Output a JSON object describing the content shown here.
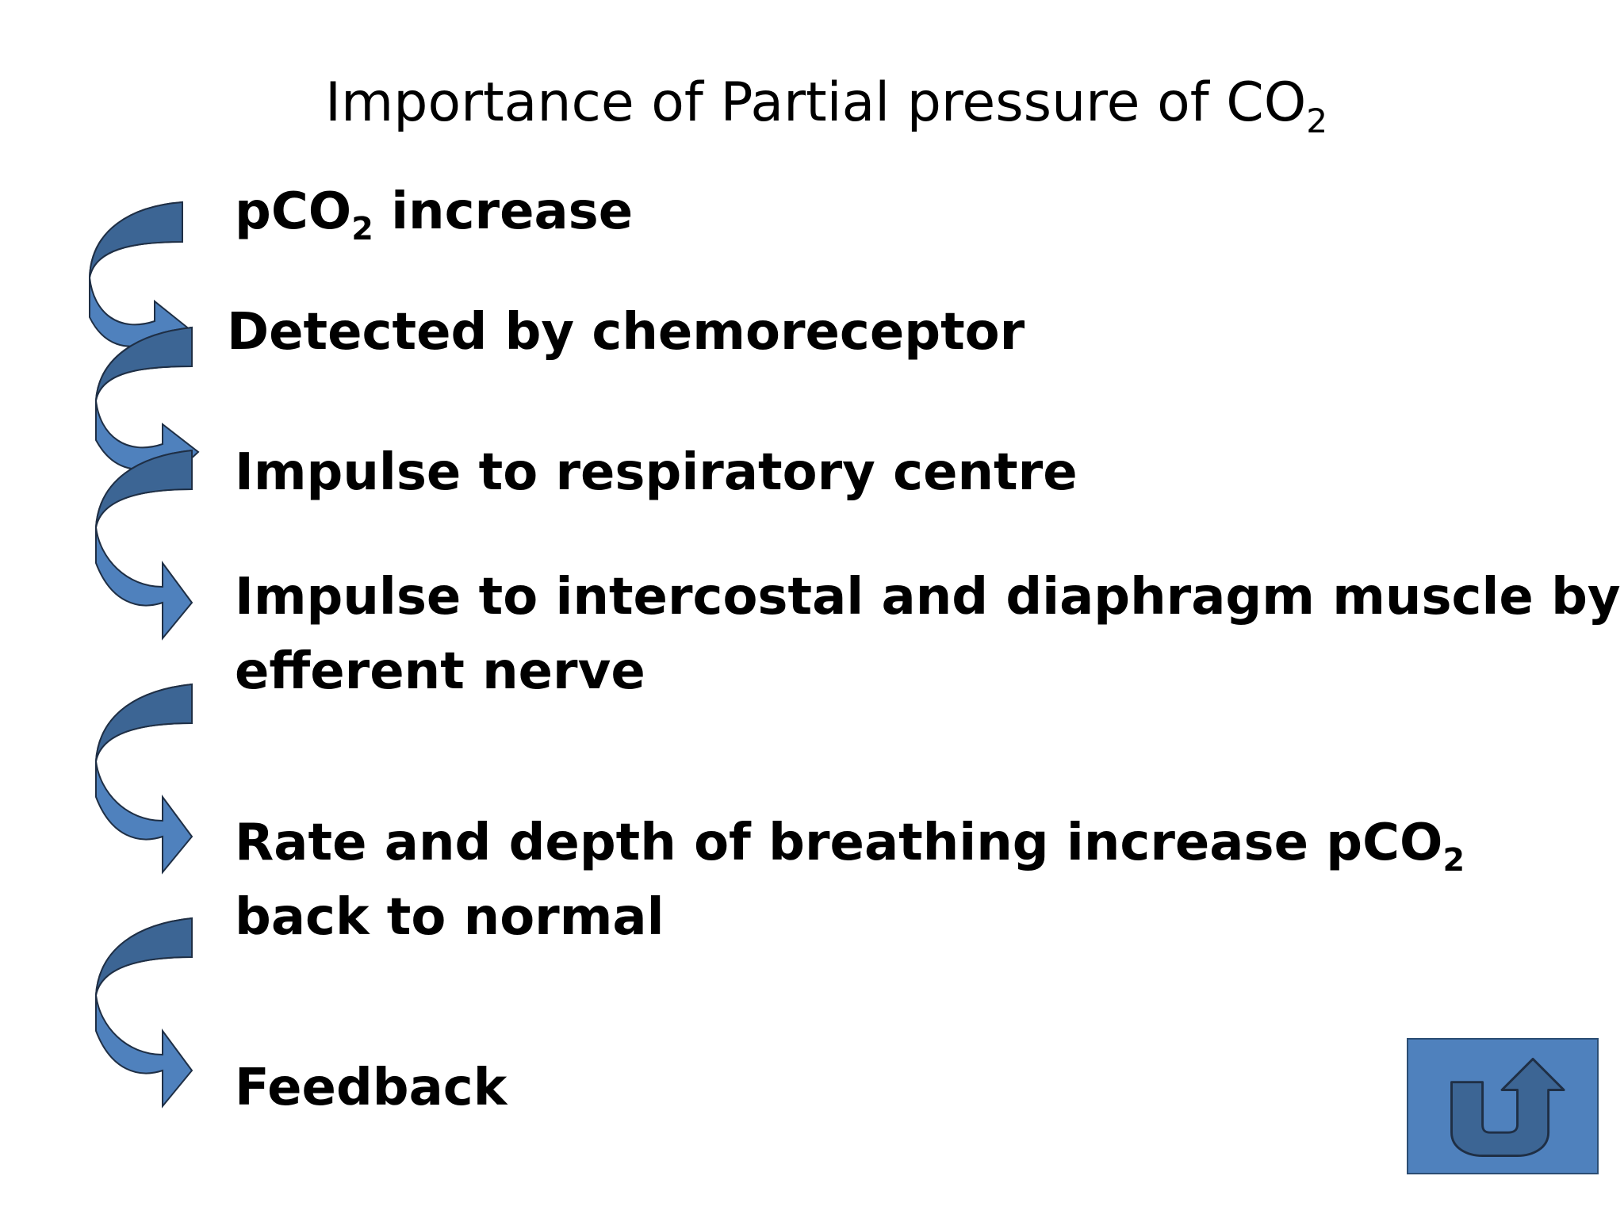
{
  "title": {
    "main": "Importance of Partial pressure of CO",
    "sub": "2"
  },
  "steps": [
    {
      "pre": "pCO",
      "sub": "2",
      "post": " increase"
    },
    {
      "text": "Detected by chemoreceptor"
    },
    {
      "text": "Impulse to respiratory centre"
    },
    {
      "line1": "Impulse to intercostal and diaphragm muscle by",
      "line2": "efferent nerve"
    },
    {
      "line1": "Rate and depth  of breathing increase pCO",
      "sub": "2",
      "line2": "back to normal"
    },
    {
      "text": "Feedback"
    }
  ],
  "colors": {
    "arrow_fill": "#4f81bd",
    "arrow_dark": "#3c6594",
    "arrow_stroke": "#1f2f45",
    "button_fill": "#4f81bd",
    "button_icon": "#3c6594"
  },
  "icons": {
    "back_button": "u-turn-arrow-icon",
    "flow_arrow": "curved-down-arrow-icon"
  }
}
